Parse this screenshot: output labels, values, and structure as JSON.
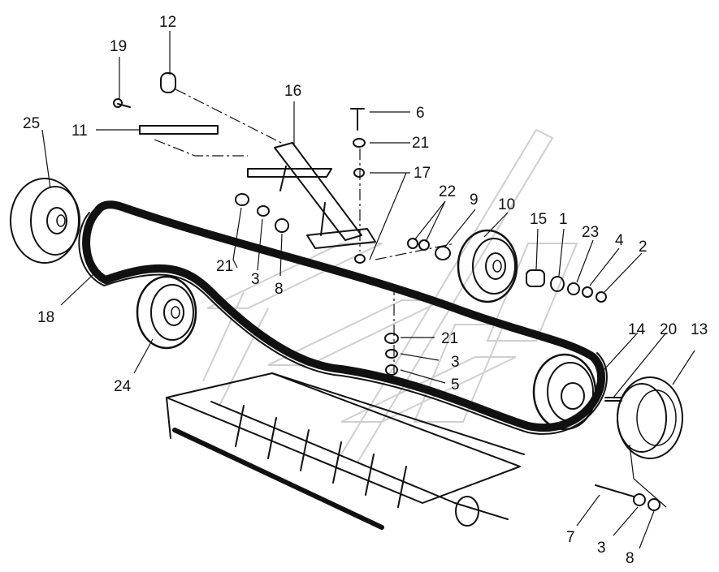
{
  "callouts": [
    {
      "key": "c12",
      "label": "12"
    },
    {
      "key": "c19",
      "label": "19"
    },
    {
      "key": "c16",
      "label": "16"
    },
    {
      "key": "c6",
      "label": "6"
    },
    {
      "key": "c25",
      "label": "25"
    },
    {
      "key": "c11",
      "label": "11"
    },
    {
      "key": "c21a",
      "label": "21"
    },
    {
      "key": "c17",
      "label": "17"
    },
    {
      "key": "c22",
      "label": "22"
    },
    {
      "key": "c9",
      "label": "9"
    },
    {
      "key": "c10",
      "label": "10"
    },
    {
      "key": "c15",
      "label": "15"
    },
    {
      "key": "c1",
      "label": "1"
    },
    {
      "key": "c23",
      "label": "23"
    },
    {
      "key": "c4",
      "label": "4"
    },
    {
      "key": "c2",
      "label": "2"
    },
    {
      "key": "c21b",
      "label": "21"
    },
    {
      "key": "c3a",
      "label": "3"
    },
    {
      "key": "c8a",
      "label": "8"
    },
    {
      "key": "c18",
      "label": "18"
    },
    {
      "key": "c14",
      "label": "14"
    },
    {
      "key": "c20",
      "label": "20"
    },
    {
      "key": "c13",
      "label": "13"
    },
    {
      "key": "c21c",
      "label": "21"
    },
    {
      "key": "c3b",
      "label": "3"
    },
    {
      "key": "c5",
      "label": "5"
    },
    {
      "key": "c24",
      "label": "24"
    },
    {
      "key": "c7",
      "label": "7"
    },
    {
      "key": "c3c",
      "label": "3"
    },
    {
      "key": "c8b",
      "label": "8"
    }
  ]
}
